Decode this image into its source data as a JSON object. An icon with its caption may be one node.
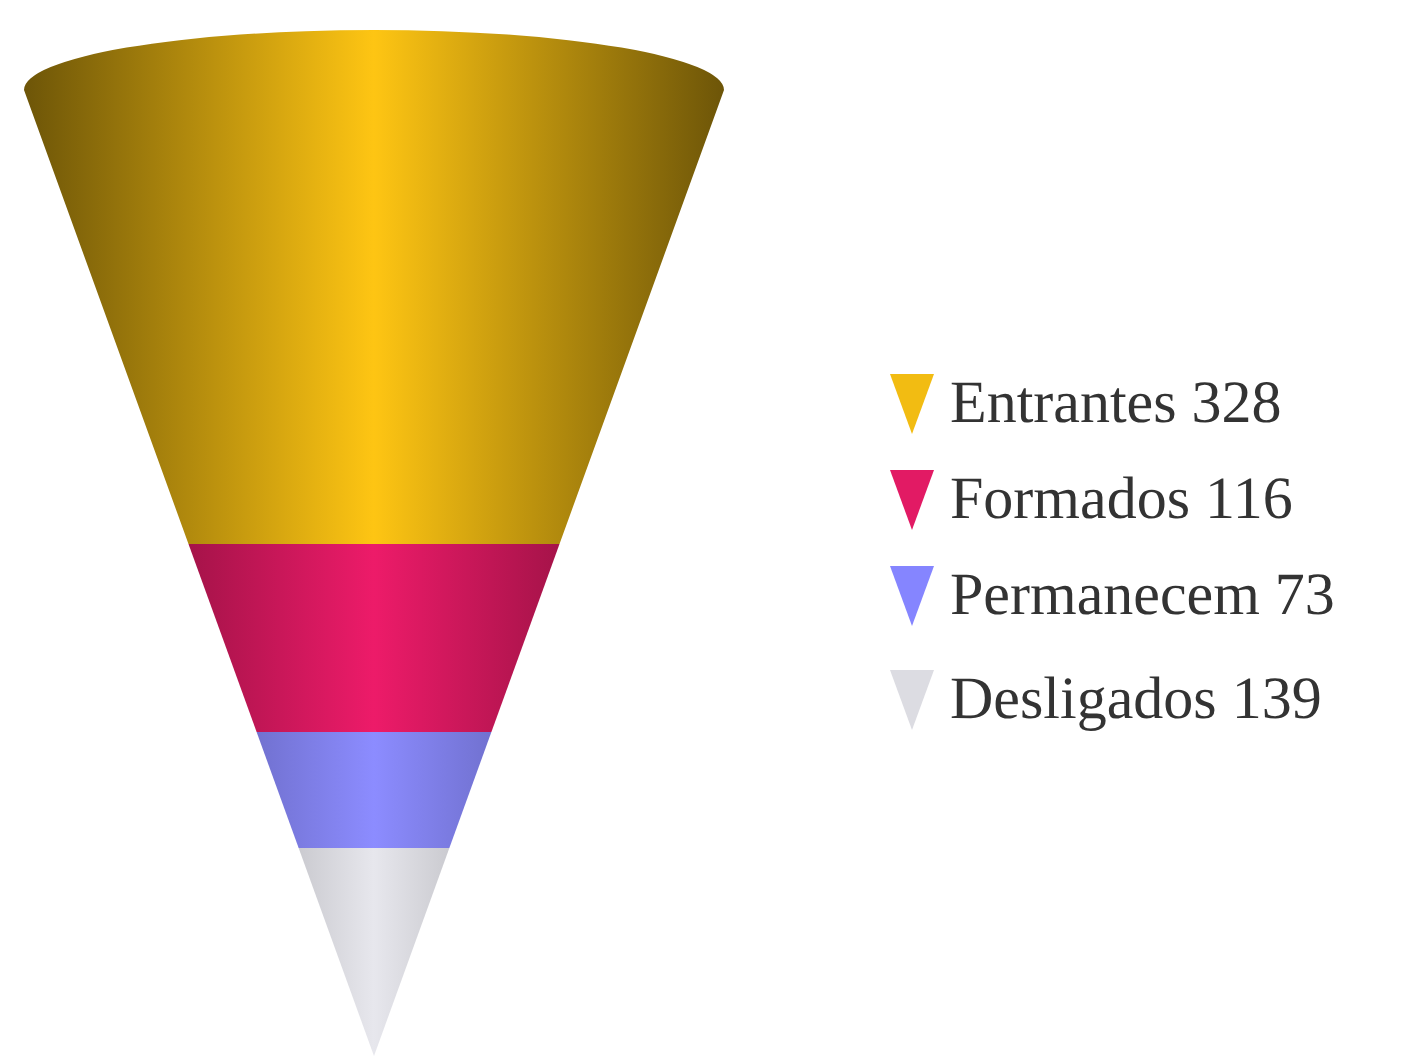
{
  "diagram": {
    "legend": [
      {
        "text": "Entrantes 328",
        "color": "#f2bc12"
      },
      {
        "text": "Formados 116",
        "color": "#e21a64"
      },
      {
        "text": "Permanecem 73",
        "color": "#8585ff"
      },
      {
        "text": "Desligados 139",
        "color": "#dcdce2"
      }
    ]
  }
}
